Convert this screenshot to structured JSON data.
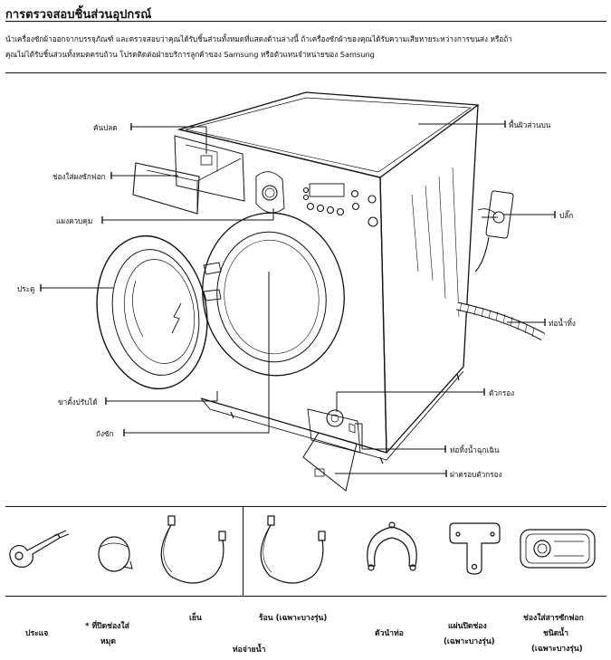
{
  "title": "การตรวจสอบชิ้นส่วนอุปกรณ์",
  "intro": {
    "line1": "นำเครื่องซักผ้าออกจากบรรจุภัณฑ์ และตรวจสอบว่าคุณได้รับชิ้นส่วนทั้งหมดที่แสดงด้านล่างนี้ ถ้าเครื่องซักผ้าของคุณได้รับความเสียหายระหว่างการขนส่ง หรือถ้า",
    "line2": "คุณไม่ได้รับชิ้นส่วนทั้งหมดครบถ้วน โปรดติดต่อฝ่ายบริการลูกค้าของ Samsung หรือตัวแทนจำหน่ายของ Samsung"
  },
  "labels": {
    "release_lever": "คันปลด",
    "detergent_drawer": "ช่องใส่ผงซักฟอก",
    "control_panel": "แผงควบคุม",
    "door": "ประตู",
    "leveling_feet": "ขาตั้งปรับได้",
    "drum": "ถังซัก",
    "worktop": "พื้นผิวส่วนบน",
    "plug": "ปลั๊ก",
    "drain_hose": "ท่อน้ำทิ้ง",
    "filter": "ตัวกรอง",
    "emergency_drain": "ท่อทิ้งน้ำฉุกเฉิน",
    "filter_cover": "ฝาครอบตัวกรอง"
  },
  "accessories": {
    "spanner": "ประแจ",
    "hole_cap_l1": "* ที่ปิดช่องใส่",
    "hole_cap_l2": "หมุด",
    "cold": "เย็น",
    "hot": "ร้อน (เฉพาะบางรุ่น)",
    "water_hose": "ท่อจ่ายน้ำ",
    "hose_guide": "ตัวนำท่อ",
    "cover_l1": "แผ่นปิดช่อง",
    "cover_l2": "(เฉพาะบางรุ่น)",
    "liquid_l1": "ช่องใส่สารซักฟอก",
    "liquid_l2": "ชนิดน้ำ",
    "liquid_l3": "(เฉพาะบางรุ่น)"
  }
}
